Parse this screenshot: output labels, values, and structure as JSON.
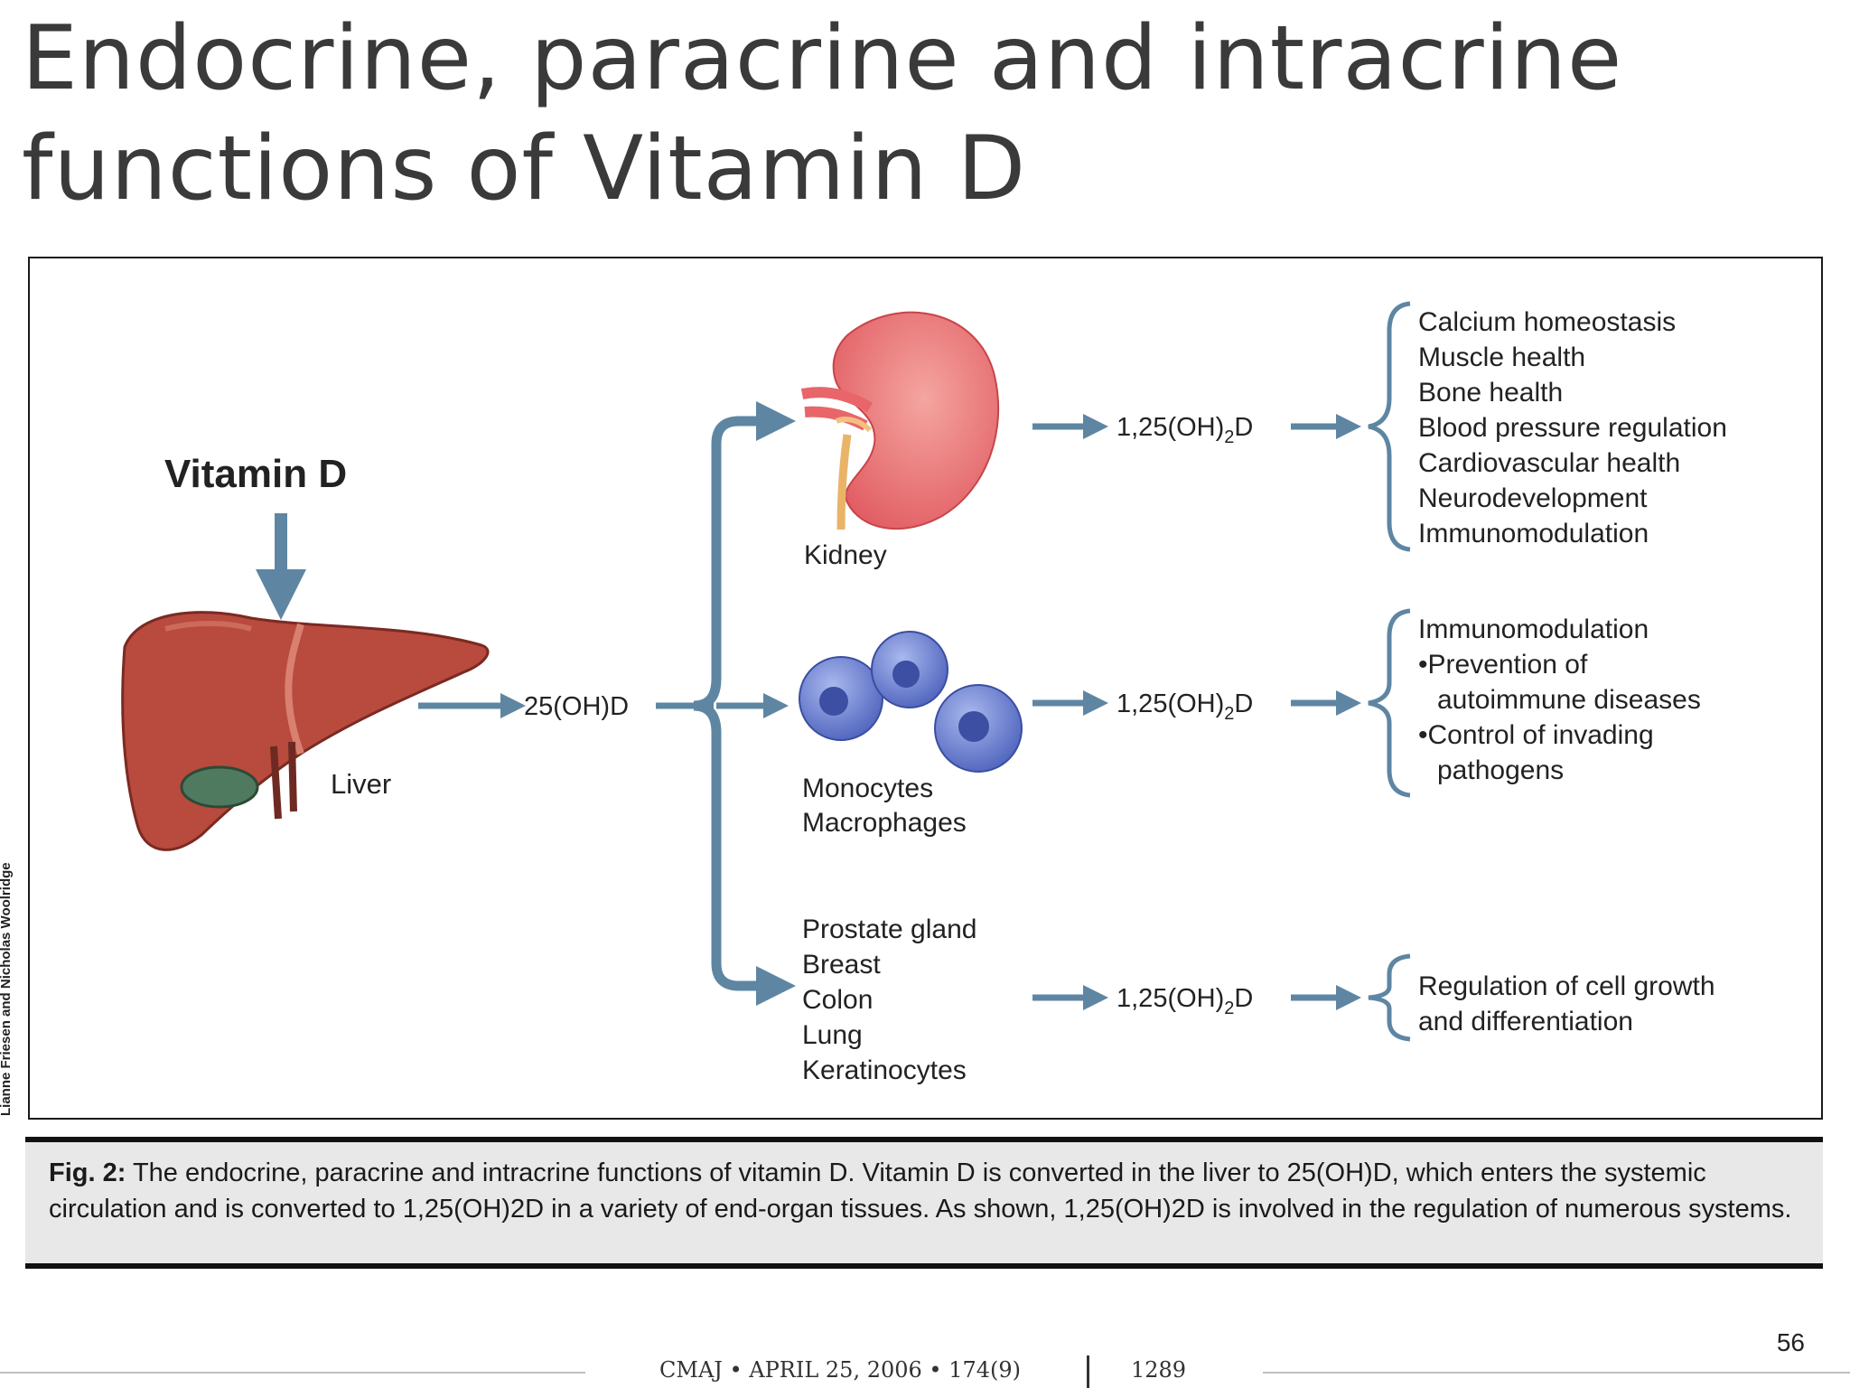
{
  "title": {
    "line1": "Endocrine, paracrine and intracrine",
    "line2": "functions of Vitamin D"
  },
  "diagram": {
    "vitamin_d_label": "Vitamin D",
    "liver_label": "Liver",
    "metabolite_25": "25(OH)D",
    "kidney_label": "Kidney",
    "monocytes_labels": [
      "Monocytes",
      "Macrophages"
    ],
    "tissues_labels": [
      "Prostate gland",
      "Breast",
      "Colon",
      "Lung",
      "Keratinocytes"
    ],
    "product_base": "1,25(OH)",
    "product_sub": "2",
    "product_tail": "D",
    "kidney_effects": [
      "Calcium homeostasis",
      "Muscle health",
      "Bone health",
      "Blood pressure regulation",
      "Cardiovascular health",
      "Neurodevelopment",
      "Immunomodulation"
    ],
    "immune_effects": [
      "Immunomodulation",
      "•Prevention of",
      "autoimmune diseases",
      "•Control of invading",
      "pathogens"
    ],
    "tissue_effects": [
      "Regulation of cell growth",
      "and differentiation"
    ],
    "credit": "Lianne Friesen and Nicholas Woolridge"
  },
  "caption": {
    "label": "Fig. 2:",
    "text": "The endocrine, paracrine and intracrine functions of vitamin D. Vitamin D is converted in the liver to 25(OH)D, which enters the systemic circulation and is converted to 1,25(OH)2D in a variety of end-organ tissues. As shown, 1,25(OH)2D is involved in the regulation of numerous systems."
  },
  "footer": {
    "journal_line": "CMAJ  •  APRIL 25, 2006  •  174(9)",
    "page": "1289"
  },
  "slide_number": "56",
  "colors": {
    "arrow": "#5e86a3",
    "kidney": "#e8666a",
    "liver": "#b84a3e",
    "cells": "#5a73c8",
    "text": "#222222"
  }
}
